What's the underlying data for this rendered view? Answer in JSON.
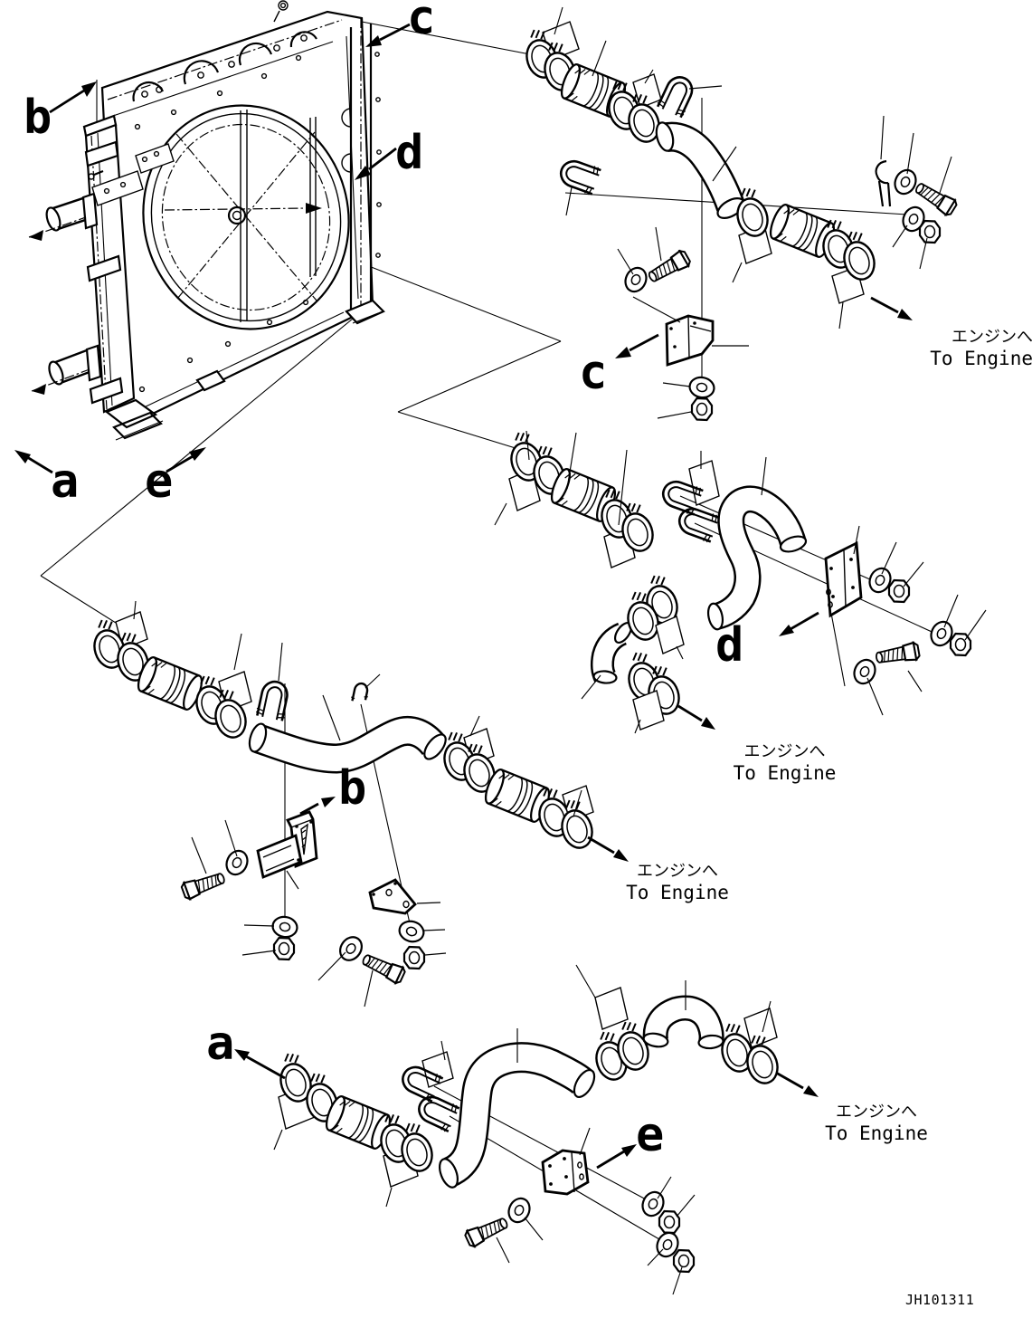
{
  "diagram": {
    "drawing_number": "JH101311",
    "view_labels": {
      "a": "a",
      "b": "b",
      "c": "c",
      "d": "d",
      "e": "e"
    },
    "detail_labels": {
      "a": "a",
      "b": "b",
      "c": "c",
      "d": "d",
      "e": "e"
    },
    "to_engine": {
      "jp": "エンジンへ",
      "en": "To Engine"
    }
  }
}
